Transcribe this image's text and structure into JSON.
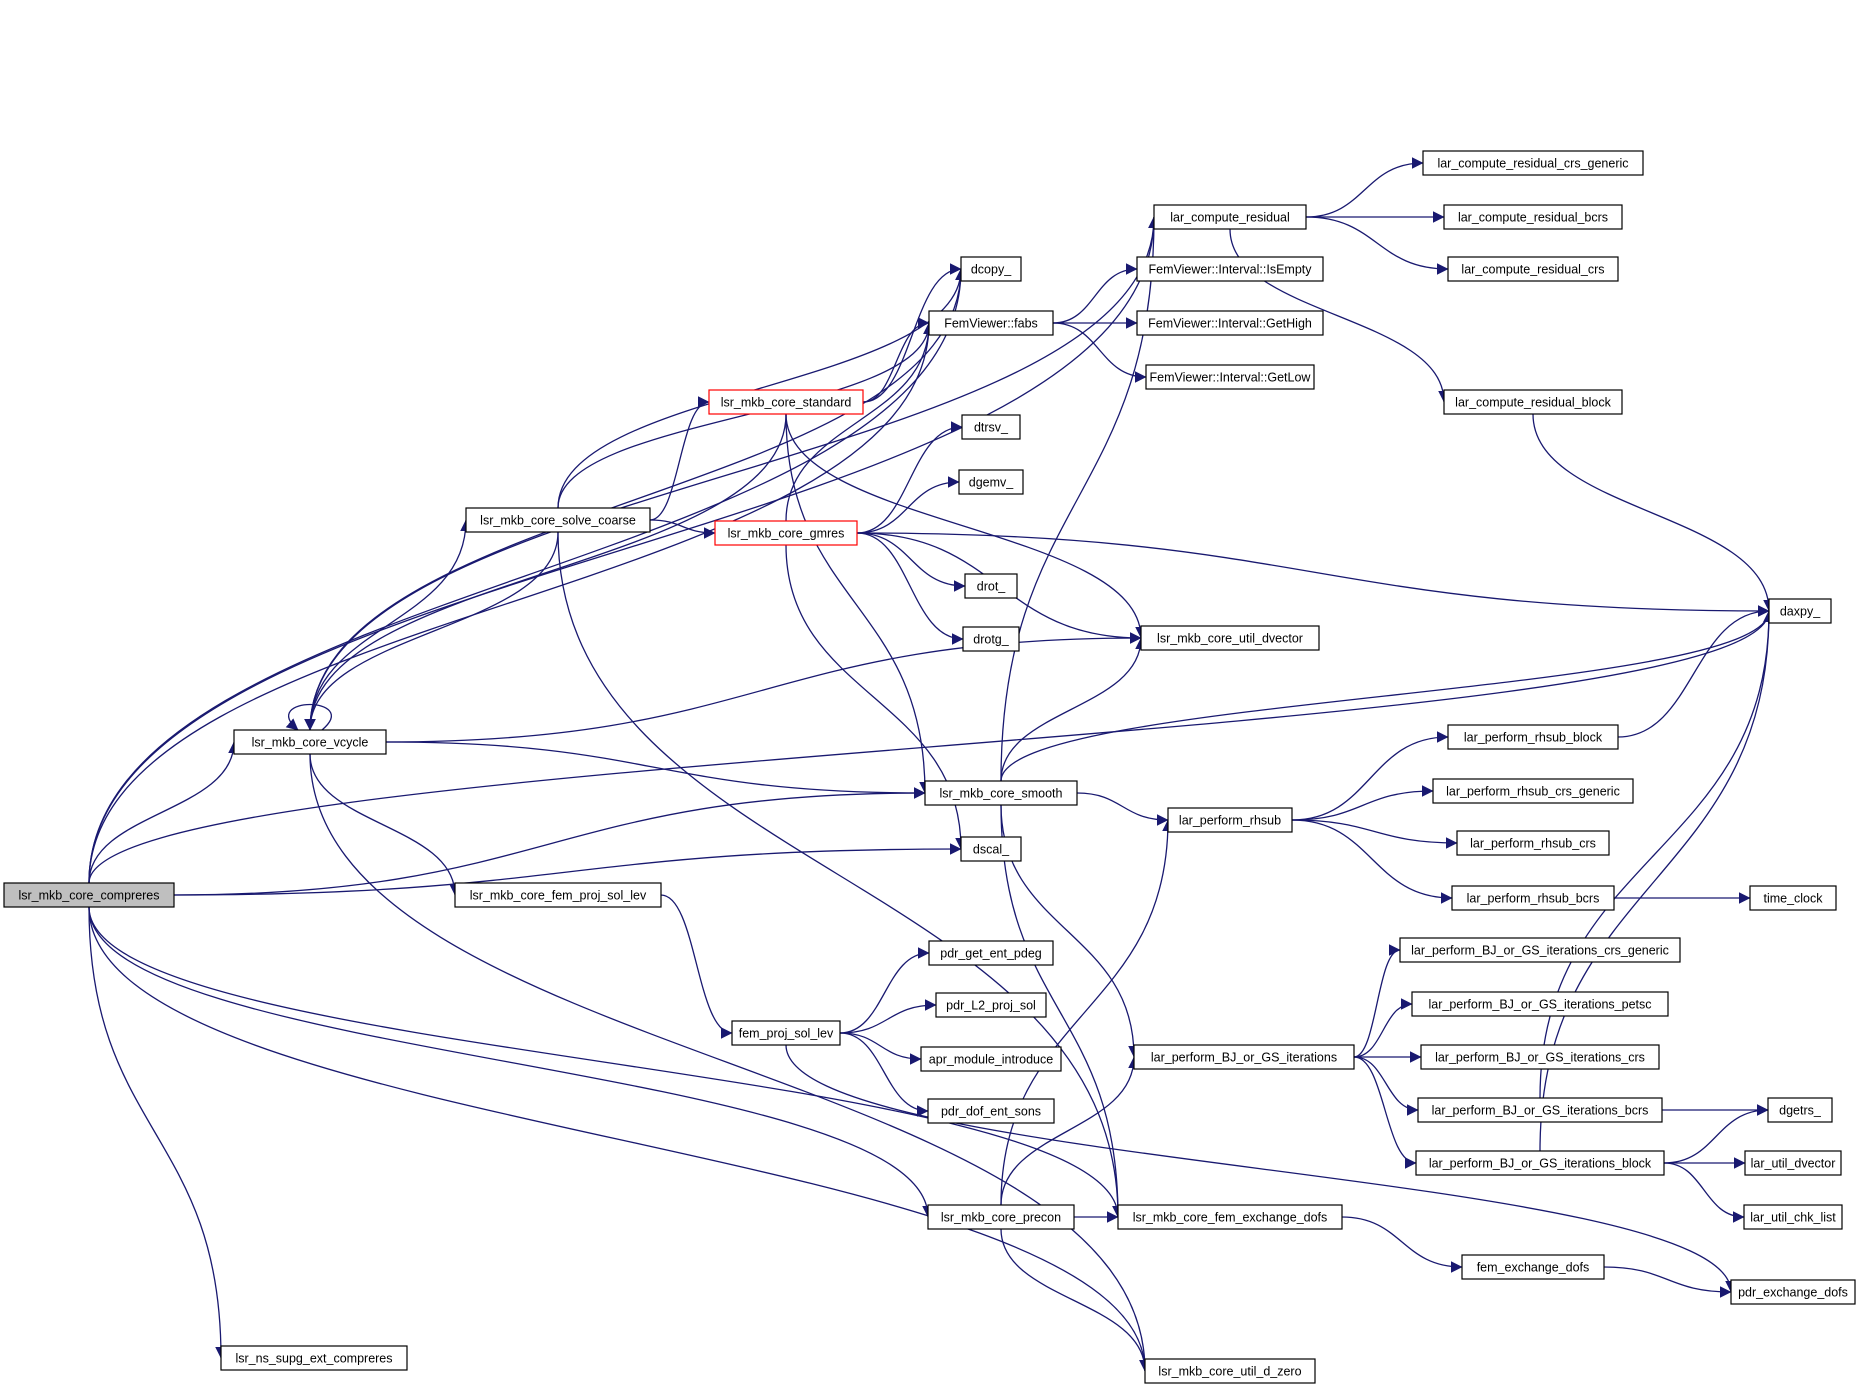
{
  "colors": {
    "edge": "#191970",
    "root_fill": "#bfbfbf",
    "node_border": "#000000",
    "truncated_border": "#ff0000",
    "background": "#ffffff"
  },
  "nodes": {
    "root": {
      "label": "lsr_mkb_core_compreres",
      "style": "root"
    },
    "vcycle": {
      "label": "lsr_mkb_core_vcycle"
    },
    "ns": {
      "label": "lsr_ns_supg_ext_compreres"
    },
    "solve_coarse": {
      "label": "lsr_mkb_core_solve_coarse"
    },
    "fem_proj_lev": {
      "label": "lsr_mkb_core_fem_proj_sol_lev"
    },
    "fem_proj": {
      "label": "fem_proj_sol_lev"
    },
    "standard": {
      "label": "lsr_mkb_core_standard",
      "style": "truncated"
    },
    "gmres": {
      "label": "lsr_mkb_core_gmres",
      "style": "truncated"
    },
    "smooth": {
      "label": "lsr_mkb_core_smooth"
    },
    "precon": {
      "label": "lsr_mkb_core_precon"
    },
    "dcopy": {
      "label": "dcopy_"
    },
    "fabs": {
      "label": "FemViewer::fabs"
    },
    "dtrsv": {
      "label": "dtrsv_"
    },
    "dgemv": {
      "label": "dgemv_"
    },
    "drot": {
      "label": "drot_"
    },
    "drotg": {
      "label": "drotg_"
    },
    "dscal": {
      "label": "dscal_"
    },
    "pdr_get": {
      "label": "pdr_get_ent_pdeg"
    },
    "pdr_l2": {
      "label": "pdr_L2_proj_sol"
    },
    "apr": {
      "label": "apr_module_introduce"
    },
    "pdr_dof": {
      "label": "pdr_dof_ent_sons"
    },
    "lar_res": {
      "label": "lar_compute_residual"
    },
    "isempty": {
      "label": "FemViewer::Interval::IsEmpty"
    },
    "gethigh": {
      "label": "FemViewer::Interval::GetHigh"
    },
    "getlow": {
      "label": "FemViewer::Interval::GetLow"
    },
    "dvector": {
      "label": "lsr_mkb_core_util_dvector"
    },
    "rhsub": {
      "label": "lar_perform_rhsub"
    },
    "bj": {
      "label": "lar_perform_BJ_or_GS_iterations"
    },
    "exch": {
      "label": "lsr_mkb_core_fem_exchange_dofs"
    },
    "dzero": {
      "label": "lsr_mkb_core_util_d_zero"
    },
    "res_crs_gen": {
      "label": "lar_compute_residual_crs_generic"
    },
    "res_bcrs": {
      "label": "lar_compute_residual_bcrs"
    },
    "res_crs": {
      "label": "lar_compute_residual_crs"
    },
    "res_block": {
      "label": "lar_compute_residual_block"
    },
    "rhsub_block": {
      "label": "lar_perform_rhsub_block"
    },
    "rhsub_crs_gen": {
      "label": "lar_perform_rhsub_crs_generic"
    },
    "rhsub_crs": {
      "label": "lar_perform_rhsub_crs"
    },
    "rhsub_bcrs": {
      "label": "lar_perform_rhsub_bcrs"
    },
    "bj_crs_gen": {
      "label": "lar_perform_BJ_or_GS_iterations_crs_generic"
    },
    "bj_petsc": {
      "label": "lar_perform_BJ_or_GS_iterations_petsc"
    },
    "bj_crs": {
      "label": "lar_perform_BJ_or_GS_iterations_crs"
    },
    "bj_bcrs": {
      "label": "lar_perform_BJ_or_GS_iterations_bcrs"
    },
    "bj_block": {
      "label": "lar_perform_BJ_or_GS_iterations_block"
    },
    "fem_exch": {
      "label": "fem_exchange_dofs"
    },
    "daxpy": {
      "label": "daxpy_"
    },
    "time_clock": {
      "label": "time_clock"
    },
    "dgetrs": {
      "label": "dgetrs_"
    },
    "lar_dvector": {
      "label": "lar_util_dvector"
    },
    "chk_list": {
      "label": "lar_util_chk_list"
    },
    "pdr_exch": {
      "label": "pdr_exchange_dofs"
    }
  },
  "edges": [
    [
      "root",
      "vcycle"
    ],
    [
      "root",
      "ns"
    ],
    [
      "root",
      "lar_res"
    ],
    [
      "root",
      "daxpy"
    ],
    [
      "root",
      "dcopy"
    ],
    [
      "root",
      "smooth"
    ],
    [
      "root",
      "dscal"
    ],
    [
      "root",
      "precon"
    ],
    [
      "root",
      "exch"
    ],
    [
      "root",
      "dzero"
    ],
    [
      "root",
      "fabs"
    ],
    [
      "vcycle",
      "vcycle"
    ],
    [
      "vcycle",
      "lar_res"
    ],
    [
      "vcycle",
      "dcopy"
    ],
    [
      "vcycle",
      "solve_coarse"
    ],
    [
      "vcycle",
      "fem_proj_lev"
    ],
    [
      "vcycle",
      "smooth"
    ],
    [
      "vcycle",
      "dvector"
    ],
    [
      "vcycle",
      "dzero"
    ],
    [
      "solve_coarse",
      "vcycle"
    ],
    [
      "solve_coarse",
      "dcopy"
    ],
    [
      "solve_coarse",
      "fabs"
    ],
    [
      "solve_coarse",
      "standard"
    ],
    [
      "solve_coarse",
      "gmres"
    ],
    [
      "solve_coarse",
      "exch"
    ],
    [
      "standard",
      "vcycle"
    ],
    [
      "standard",
      "dcopy"
    ],
    [
      "standard",
      "fabs"
    ],
    [
      "standard",
      "dvector"
    ],
    [
      "standard",
      "smooth"
    ],
    [
      "gmres",
      "fabs"
    ],
    [
      "gmres",
      "dtrsv"
    ],
    [
      "gmres",
      "dgemv"
    ],
    [
      "gmres",
      "drot"
    ],
    [
      "gmres",
      "drotg"
    ],
    [
      "gmres",
      "dscal"
    ],
    [
      "gmres",
      "dvector"
    ],
    [
      "gmres",
      "daxpy"
    ],
    [
      "fem_proj_lev",
      "fem_proj"
    ],
    [
      "fem_proj",
      "pdr_get"
    ],
    [
      "fem_proj",
      "pdr_l2"
    ],
    [
      "fem_proj",
      "apr"
    ],
    [
      "fem_proj",
      "pdr_dof"
    ],
    [
      "fem_proj",
      "pdr_exch"
    ],
    [
      "smooth",
      "lar_res"
    ],
    [
      "smooth",
      "dvector"
    ],
    [
      "smooth",
      "daxpy"
    ],
    [
      "smooth",
      "rhsub"
    ],
    [
      "smooth",
      "bj"
    ],
    [
      "smooth",
      "exch"
    ],
    [
      "precon",
      "exch"
    ],
    [
      "precon",
      "rhsub"
    ],
    [
      "precon",
      "bj"
    ],
    [
      "precon",
      "dzero"
    ],
    [
      "fabs",
      "isempty"
    ],
    [
      "fabs",
      "gethigh"
    ],
    [
      "fabs",
      "getlow"
    ],
    [
      "lar_res",
      "res_crs_gen"
    ],
    [
      "lar_res",
      "res_bcrs"
    ],
    [
      "lar_res",
      "res_crs"
    ],
    [
      "lar_res",
      "res_block"
    ],
    [
      "res_block",
      "daxpy"
    ],
    [
      "rhsub",
      "rhsub_block"
    ],
    [
      "rhsub",
      "rhsub_crs_gen"
    ],
    [
      "rhsub",
      "rhsub_crs"
    ],
    [
      "rhsub",
      "rhsub_bcrs"
    ],
    [
      "rhsub_block",
      "daxpy"
    ],
    [
      "rhsub_bcrs",
      "time_clock"
    ],
    [
      "bj",
      "bj_crs_gen"
    ],
    [
      "bj",
      "bj_petsc"
    ],
    [
      "bj",
      "bj_crs"
    ],
    [
      "bj",
      "bj_bcrs"
    ],
    [
      "bj",
      "bj_block"
    ],
    [
      "bj_bcrs",
      "daxpy"
    ],
    [
      "bj_bcrs",
      "dgetrs"
    ],
    [
      "bj_block",
      "dgetrs"
    ],
    [
      "bj_block",
      "daxpy"
    ],
    [
      "bj_block",
      "lar_dvector"
    ],
    [
      "bj_block",
      "chk_list"
    ],
    [
      "exch",
      "fem_exch"
    ],
    [
      "fem_exch",
      "pdr_exch"
    ]
  ]
}
